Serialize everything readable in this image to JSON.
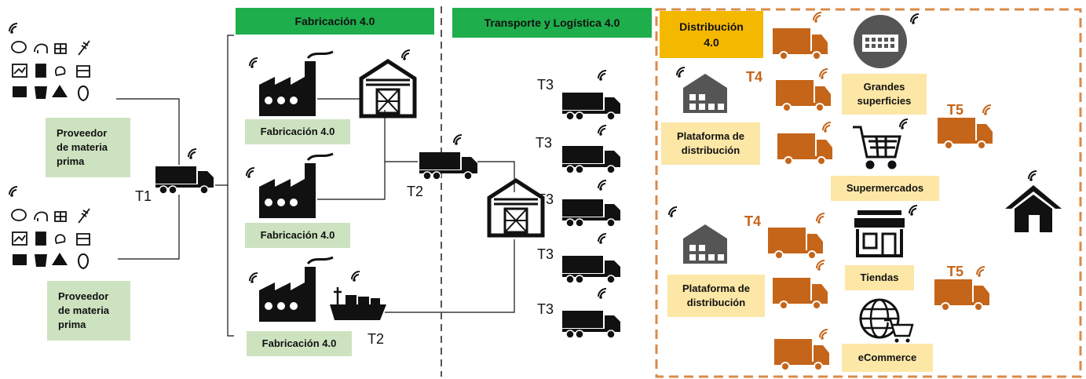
{
  "sections": {
    "fabricacion_header": "Fabricación 4.0",
    "transporte_header": "Transporte y Logística 4.0",
    "distribucion_header_line1": "Distribución",
    "distribucion_header_line2": "4.0"
  },
  "suppliers": [
    {
      "line1": "Proveedor",
      "line2": "de materia",
      "line3": "prima"
    },
    {
      "line1": "Proveedor",
      "line2": "de materia",
      "line3": "prima"
    }
  ],
  "factories": [
    "Fabricación 4.0",
    "Fabricación 4.0",
    "Fabricación 4.0"
  ],
  "transport_labels": {
    "t1": "T1",
    "t2_upper": "T2",
    "t2_lower": "T2",
    "t3": [
      "T3",
      "T3",
      "T3",
      "T3",
      "T3"
    ],
    "t4_upper": "T4",
    "t4_lower": "T4",
    "t5_upper": "T5",
    "t5_lower": "T5"
  },
  "platforms": [
    {
      "line1": "Plataforma de",
      "line2": "distribución"
    },
    {
      "line1": "Plataforma de",
      "line2": "distribución"
    }
  ],
  "retail": {
    "grandes_line1": "Grandes",
    "grandes_line2": "superficies",
    "supermercados": "Supermercados",
    "tiendas": "Tiendas",
    "ecommerce": "eCommerce"
  },
  "colors": {
    "green_header": "#1fae4c",
    "green_box": "#cde3c0",
    "orange_truck": "#c5651a",
    "yellow_header": "#f5b800",
    "yellow_box": "#fce7a6",
    "dashed_border": "#d98b4a"
  },
  "icons": [
    "wifi-icon",
    "raw-material-icon",
    "truck-icon",
    "factory-icon",
    "warehouse-icon",
    "ship-icon",
    "van-icon",
    "shopping-cart-icon",
    "store-icon",
    "globe-cart-icon",
    "building-icon",
    "house-icon"
  ]
}
